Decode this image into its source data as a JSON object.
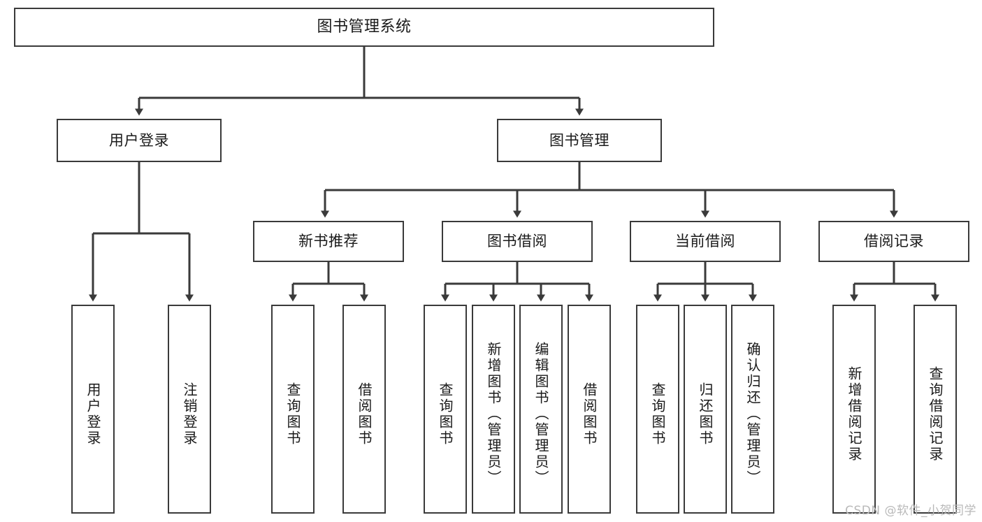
{
  "diagram": {
    "title": "图书管理系统",
    "watermark": "CSDN @软件_小贺同学",
    "style": {
      "box_border_color": "#3a3a3a",
      "box_fill_color": "#ffffff",
      "edge_color": "#3a3a3a",
      "text_color": "#1a1a1a",
      "watermark_color": "#b9b9b9",
      "background": "#ffffff"
    },
    "root": {
      "id": "root",
      "label": "图书管理系统"
    },
    "level2": [
      {
        "id": "user-login",
        "label": "用户登录"
      },
      {
        "id": "book-manage",
        "label": "图书管理"
      }
    ],
    "level3": [
      {
        "id": "new-book-recommend",
        "label": "新书推荐",
        "parent": "book-manage"
      },
      {
        "id": "book-borrow",
        "label": "图书借阅",
        "parent": "book-manage"
      },
      {
        "id": "current-borrow",
        "label": "当前借阅",
        "parent": "book-manage"
      },
      {
        "id": "borrow-record",
        "label": "借阅记录",
        "parent": "book-manage"
      }
    ],
    "leaves": [
      {
        "id": "leaf-user-login",
        "label": "用户登录",
        "parent": "user-login"
      },
      {
        "id": "leaf-user-logout",
        "label": "注销登录",
        "parent": "user-login"
      },
      {
        "id": "leaf-query-book-1",
        "label": "查询图书",
        "parent": "new-book-recommend"
      },
      {
        "id": "leaf-borrow-book-1",
        "label": "借阅图书",
        "parent": "new-book-recommend"
      },
      {
        "id": "leaf-query-book-2",
        "label": "查询图书",
        "parent": "book-borrow"
      },
      {
        "id": "leaf-add-book",
        "label": "新增图书（管理员）",
        "parent": "book-borrow"
      },
      {
        "id": "leaf-edit-book",
        "label": "编辑图书（管理员）",
        "parent": "book-borrow"
      },
      {
        "id": "leaf-borrow-book-2",
        "label": "借阅图书",
        "parent": "book-borrow"
      },
      {
        "id": "leaf-query-book-3",
        "label": "查询图书",
        "parent": "current-borrow"
      },
      {
        "id": "leaf-return-book",
        "label": "归还图书",
        "parent": "current-borrow"
      },
      {
        "id": "leaf-confirm-return",
        "label": "确认归还（管理员）",
        "parent": "current-borrow"
      },
      {
        "id": "leaf-add-record",
        "label": "新增借阅记录",
        "parent": "borrow-record"
      },
      {
        "id": "leaf-query-record",
        "label": "查询借阅记录",
        "parent": "borrow-record"
      }
    ]
  }
}
